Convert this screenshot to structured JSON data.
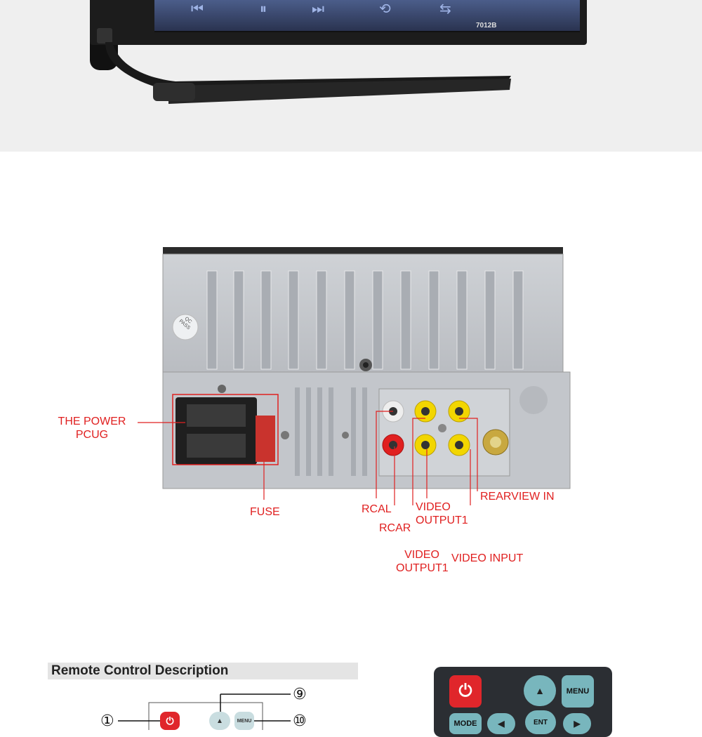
{
  "top_unit": {
    "model": "7012B",
    "screen_icons": [
      "prev-icon",
      "pause-icon",
      "next-icon",
      "repeat-icon",
      "shuffle-icon"
    ]
  },
  "rear_panel": {
    "qc_sticker": {
      "line1": "QC",
      "line2": "PASS"
    },
    "labels": {
      "power_plug_line1": "THE POWER",
      "power_plug_line2": "PCUG",
      "fuse": "FUSE",
      "rcal": "RCAL",
      "rcar": "RCAR",
      "video_output1_a_line1": "VIDEO",
      "video_output1_a_line2": "OUTPUT1",
      "video_output1_b_line1": "VIDEO",
      "video_output1_b_line2": "OUTPUT1",
      "rearview_in": "REARVIEW IN",
      "video_input": "VIDEO INPUT"
    },
    "accent_color": "#e02020"
  },
  "remote": {
    "section_title": "Remote Control Description",
    "callouts": [
      "①",
      "⑨",
      "⑩"
    ],
    "diagram_buttons": {
      "menu": "MENU"
    },
    "photo_buttons": {
      "menu": "MENU",
      "mode": "MODE",
      "ent": "ENT"
    },
    "power_color": "#e0262b",
    "button_color": "#78b6bd"
  }
}
